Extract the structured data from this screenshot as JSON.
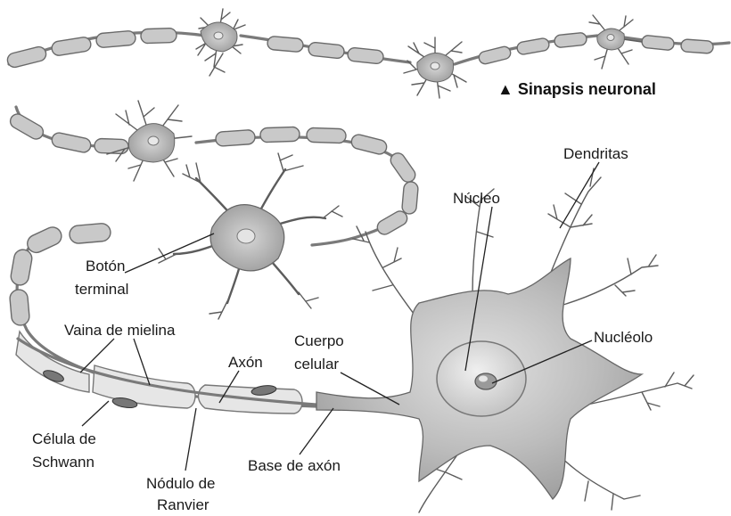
{
  "title": "▲ Sinapsis neuronal",
  "labels": {
    "dendritas": "Dendritas",
    "nucleo": "Núcleo",
    "nucleolo": "Nucléolo",
    "boton_line1": "Botón",
    "boton_line2": "terminal",
    "vaina": "Vaina de mielina",
    "cuerpo_line1": "Cuerpo",
    "cuerpo_line2": "celular",
    "axon": "Axón",
    "schwann_line1": "Célula de",
    "schwann_line2": "Schwann",
    "nodulo_line1": "Nódulo de",
    "nodulo_line2": "Ranvier",
    "base_axon": "Base de axón"
  },
  "colors": {
    "myelin": "#c9c9c9",
    "soma": "#bdbdbd",
    "nucleus": "#d8d8d8",
    "line": "#222222"
  }
}
